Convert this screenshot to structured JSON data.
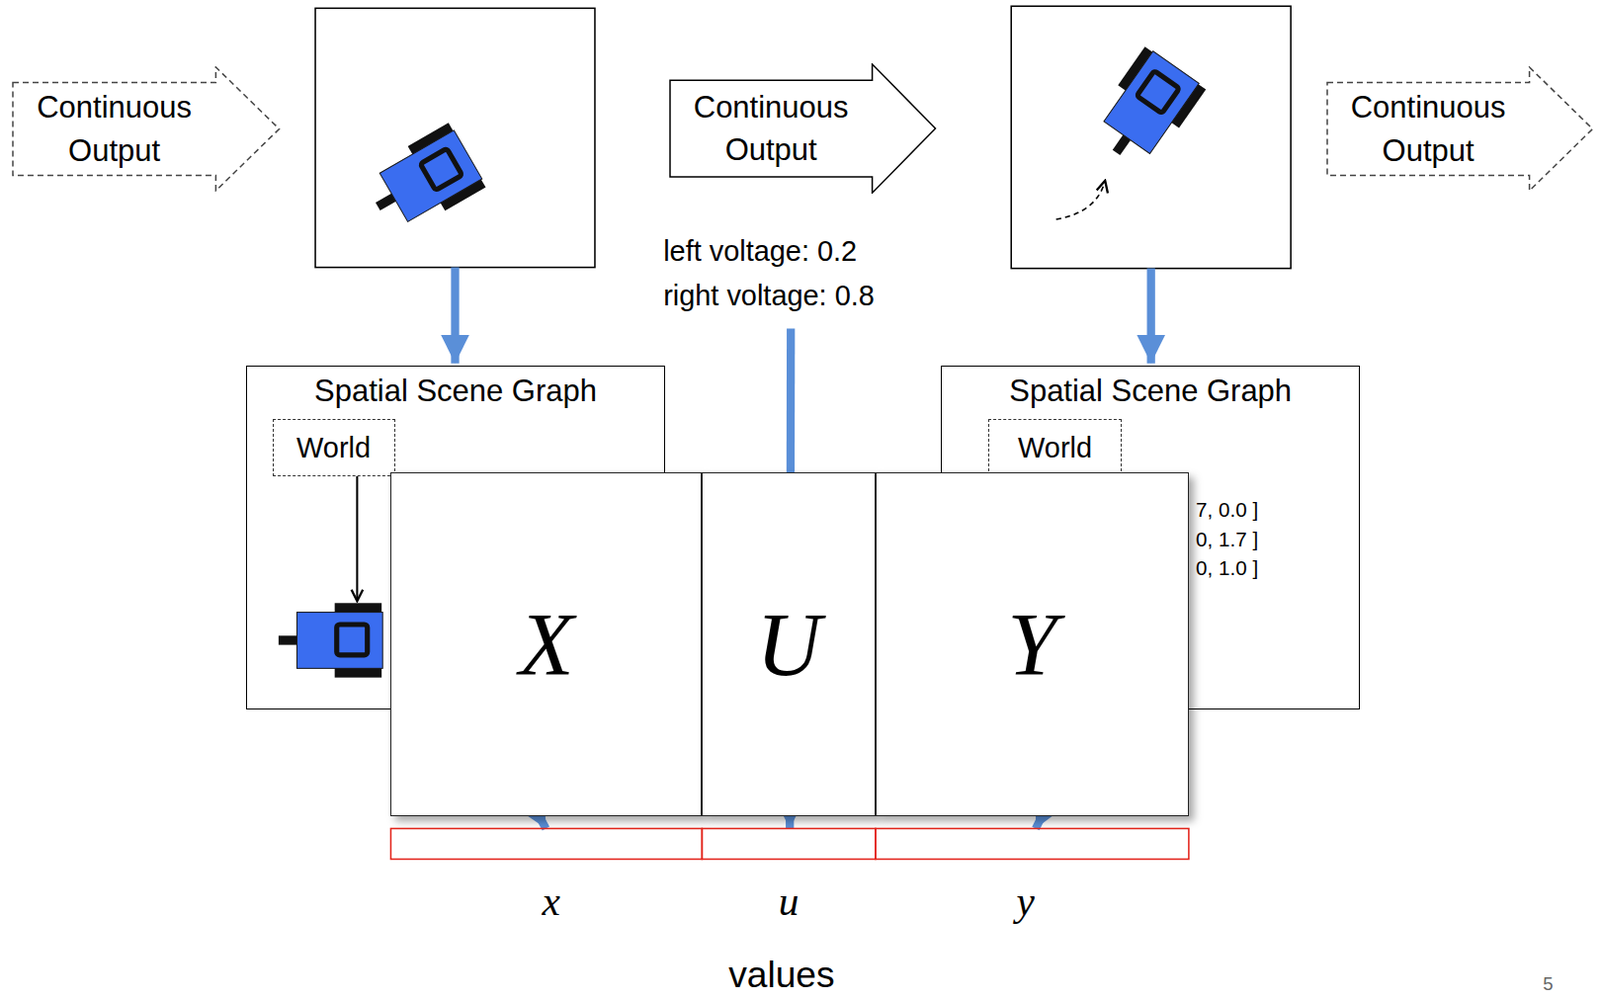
{
  "diagram": {
    "nodes": [
      {
        "text": [
          "Continuous Output"
        ]
      },
      {
        "text": [
          "Continuous Output"
        ]
      },
      {
        "text": [
          "Continuous Output"
        ]
      },
      {
        "text": [
          "Spatial Scene Graph"
        ]
      },
      {
        "text": [
          "World"
        ],
        "in": 3
      },
      {
        "text": [
          "Spatial Scene Graph"
        ]
      },
      {
        "text": [
          "World"
        ],
        "in": 5
      },
      {
        "text": [
          "X"
        ]
      },
      {
        "text": [
          "U"
        ]
      },
      {
        "text": [
          "Y"
        ]
      }
    ],
    "labels": [
      "left voltage: 0.2",
      "right voltage: 0.8",
      "7, 0.0 ]",
      "0, 1.7 ]",
      "0, 1.0 ]",
      "x",
      "u",
      "y",
      "values",
      "5"
    ]
  }
}
